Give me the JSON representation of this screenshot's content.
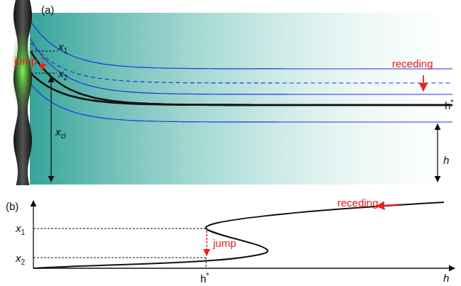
{
  "diagram": {
    "labels": [
      "(a)",
      "x1",
      "jump",
      "x2",
      "receding",
      "xcl",
      "h*",
      "h",
      "(b)",
      "receding",
      "x1",
      "x2",
      "jump",
      "h*",
      "h"
    ]
  }
}
